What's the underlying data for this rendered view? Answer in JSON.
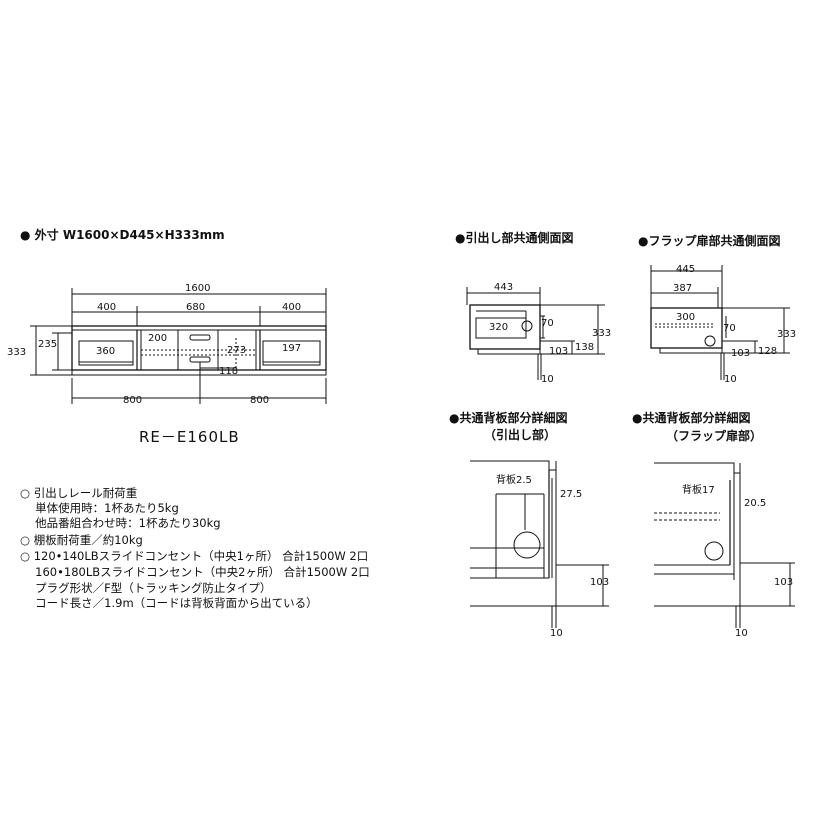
{
  "main": {
    "outer_dim": "● 外寸 W1600×D445×H333mm",
    "model": "RE－E160LB",
    "front": {
      "w_total": "1600",
      "w_left": "400",
      "w_center": "680",
      "w_right": "400",
      "h_total": "333",
      "h_inner": "235",
      "d_left_drawer": "360",
      "d_center_shelf": "200",
      "d_center_h": "273",
      "d_right_drawer": "197",
      "d_center_low": "118",
      "w_half_left": "800",
      "w_half_right": "800"
    }
  },
  "side_drawer": {
    "title": "●引出し部共通側面図",
    "depth": "443",
    "inner": "320",
    "h70": "70",
    "h333": "333",
    "h138": "138",
    "h103": "103",
    "h10": "10"
  },
  "side_flap": {
    "title": "●フラップ扉部共通側面図",
    "depth": "445",
    "inner": "387",
    "inner300": "300",
    "h70": "70",
    "h333": "333",
    "h128": "128",
    "h103": "103",
    "h10": "10"
  },
  "back_drawer": {
    "title1": "●共通背板部分詳細図",
    "title2": "（引出し部）",
    "label": "背板2.5",
    "v275": "27.5",
    "v103": "103",
    "v10": "10"
  },
  "back_flap": {
    "title1": "●共通背板部分詳細図",
    "title2": "（フラップ扉部）",
    "label": "背板17",
    "v205": "20.5",
    "v103": "103",
    "v10": "10"
  },
  "specs": [
    "○ 引出しレール耐荷重",
    "　 単体使用時：1杯あたり5kg",
    "　 他品番組合わせ時：1杯あたり30kg",
    "○ 棚板耐荷重／約10kg",
    "○ 120•140LBスライドコンセント（中央1ヶ所） 合計1500W 2口",
    "　 160•180LBスライドコンセント（中央2ヶ所） 合計1500W 2口",
    "　 プラグ形状／F型（トラッキング防止タイプ）",
    "　 コード長さ／1.9m（コードは背板背面から出ている）"
  ]
}
